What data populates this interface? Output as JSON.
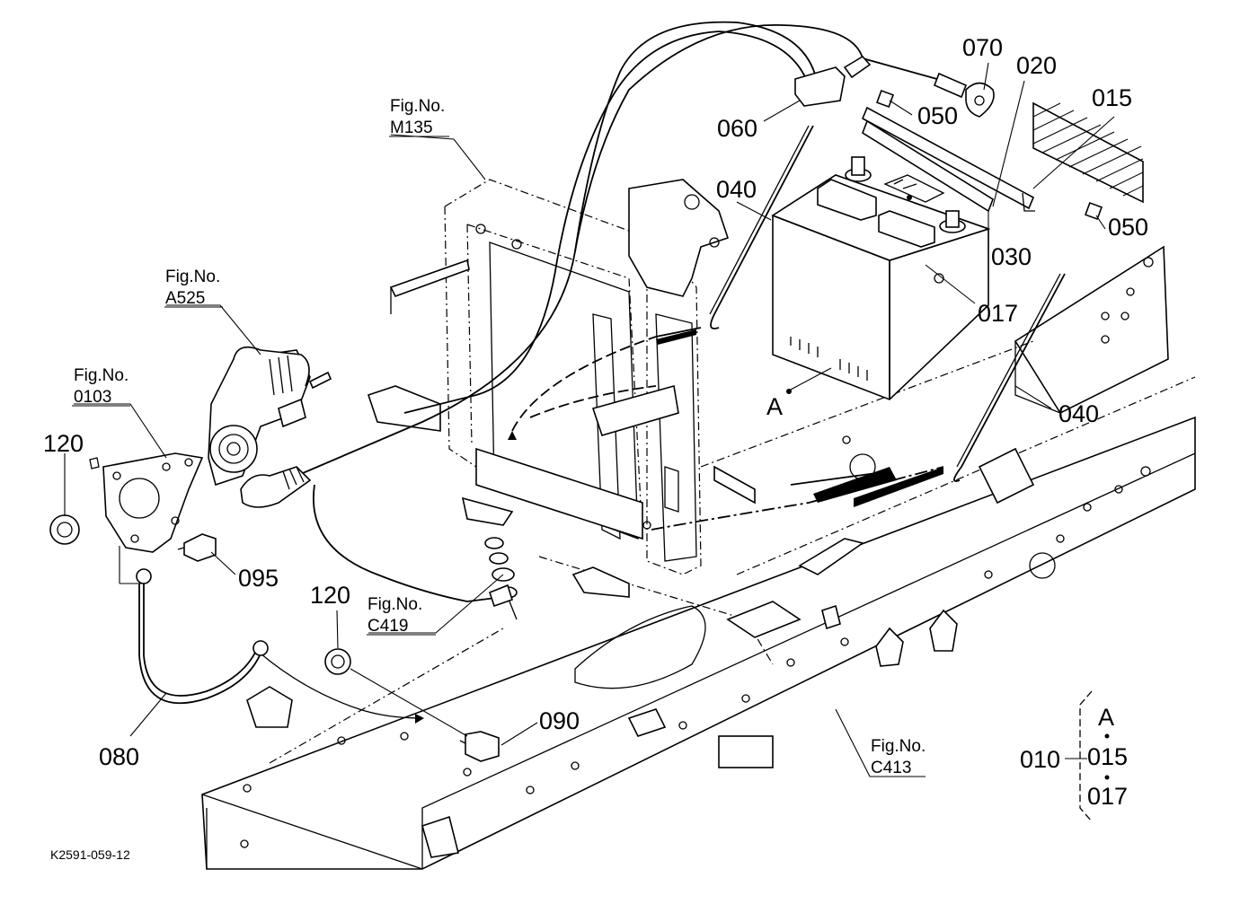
{
  "part_labels": {
    "p010": "010",
    "p015": "015",
    "p015b": "015",
    "p017": "017",
    "p017b": "017",
    "p020": "020",
    "p030": "030",
    "p040a": "040",
    "p040b": "040",
    "p050a": "050",
    "p050b": "050",
    "p060": "060",
    "p070": "070",
    "p080": "080",
    "p090": "090",
    "p095": "095",
    "p120a": "120",
    "p120b": "120",
    "callout_a": "A",
    "kit_a": "A"
  },
  "fig_refs": {
    "m135": {
      "title": "Fig.No.",
      "code": "M135"
    },
    "a525": {
      "title": "Fig.No.",
      "code": "A525"
    },
    "f0103": {
      "title": "Fig.No.",
      "code": "0103"
    },
    "c419": {
      "title": "Fig.No.",
      "code": "C419"
    },
    "c413": {
      "title": "Fig.No.",
      "code": "C413"
    }
  },
  "drawing_code": "K2591-059-12"
}
